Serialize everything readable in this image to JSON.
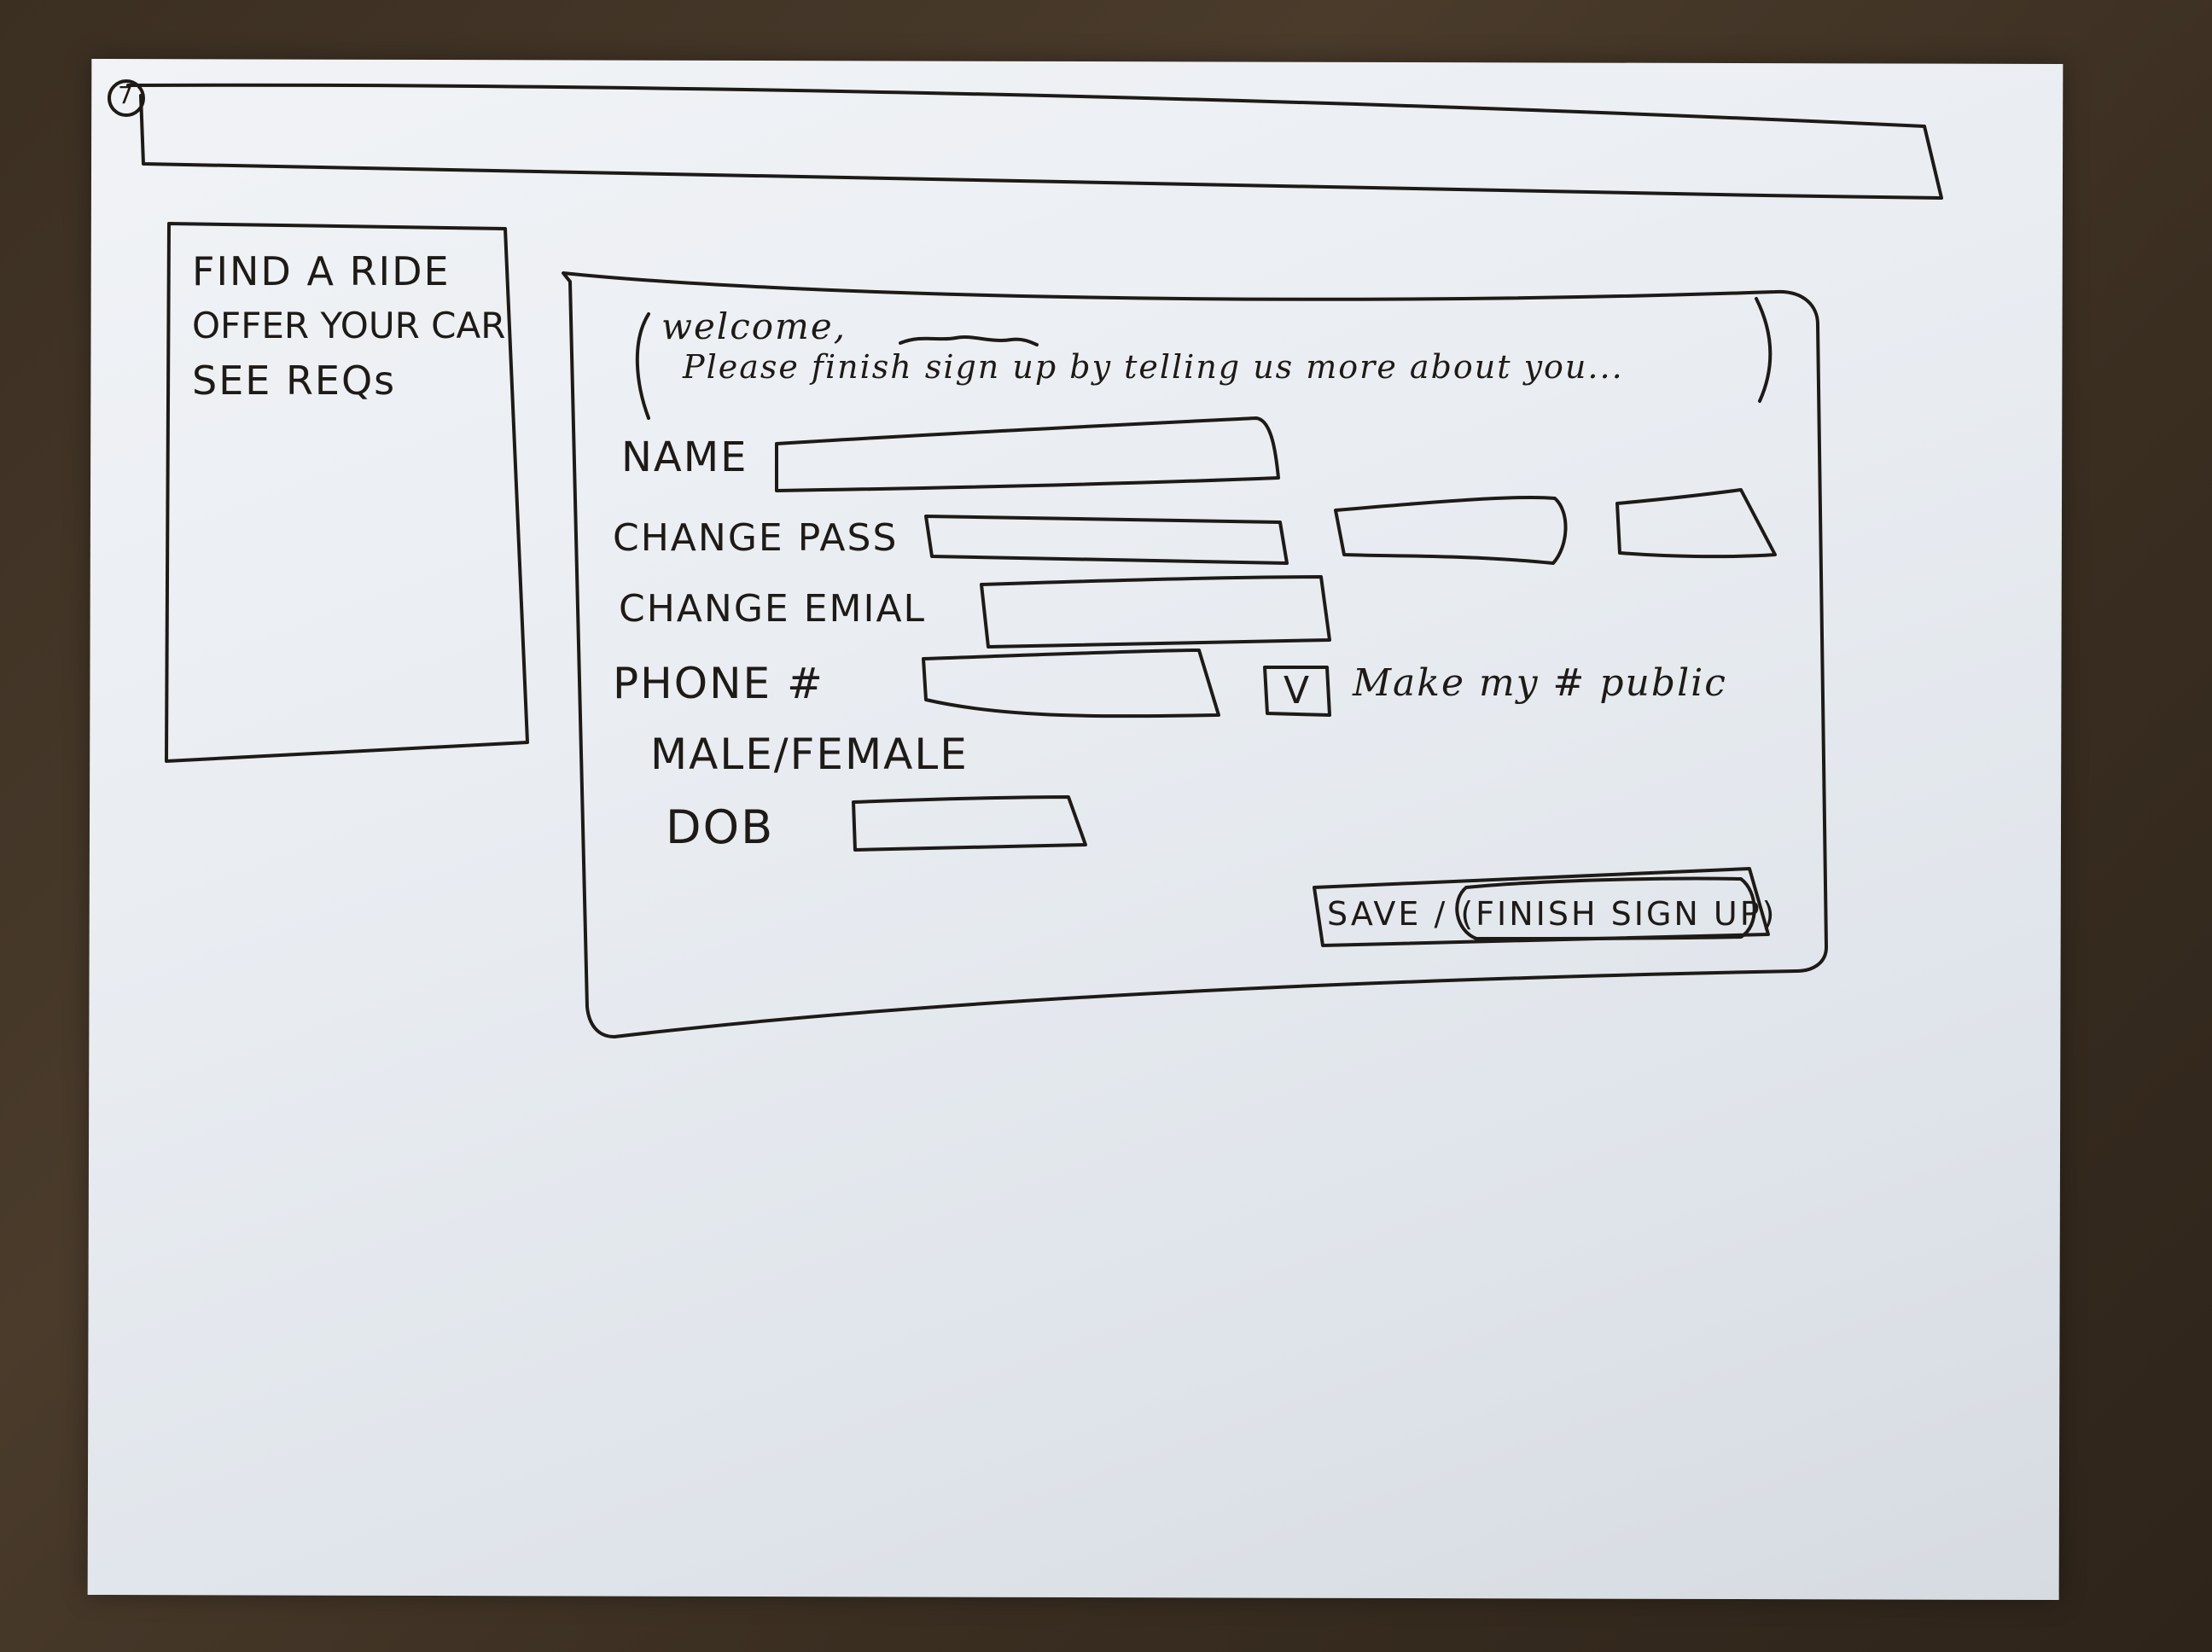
{
  "page": {
    "number": "7"
  },
  "nav": {
    "items": [
      {
        "label": "FIND A RIDE"
      },
      {
        "label": "OFFER YOUR CAR"
      },
      {
        "label": "SEE REQs"
      }
    ]
  },
  "welcome": {
    "greeting": "welcome,",
    "message": "Please finish sign up by telling us more about you..."
  },
  "form": {
    "name_label": "NAME",
    "change_pass_label": "CHANGE PASS",
    "change_email_label": "CHANGE EMIAL",
    "phone_label": "PHONE #",
    "gender_label": "MALE/FEMALE",
    "dob_label": "DOB",
    "make_public_label": "Make my # public",
    "make_public_checked": true,
    "checkbox_mark": "V"
  },
  "actions": {
    "save_label": "SAVE / (FINISH SIGN UP)"
  }
}
